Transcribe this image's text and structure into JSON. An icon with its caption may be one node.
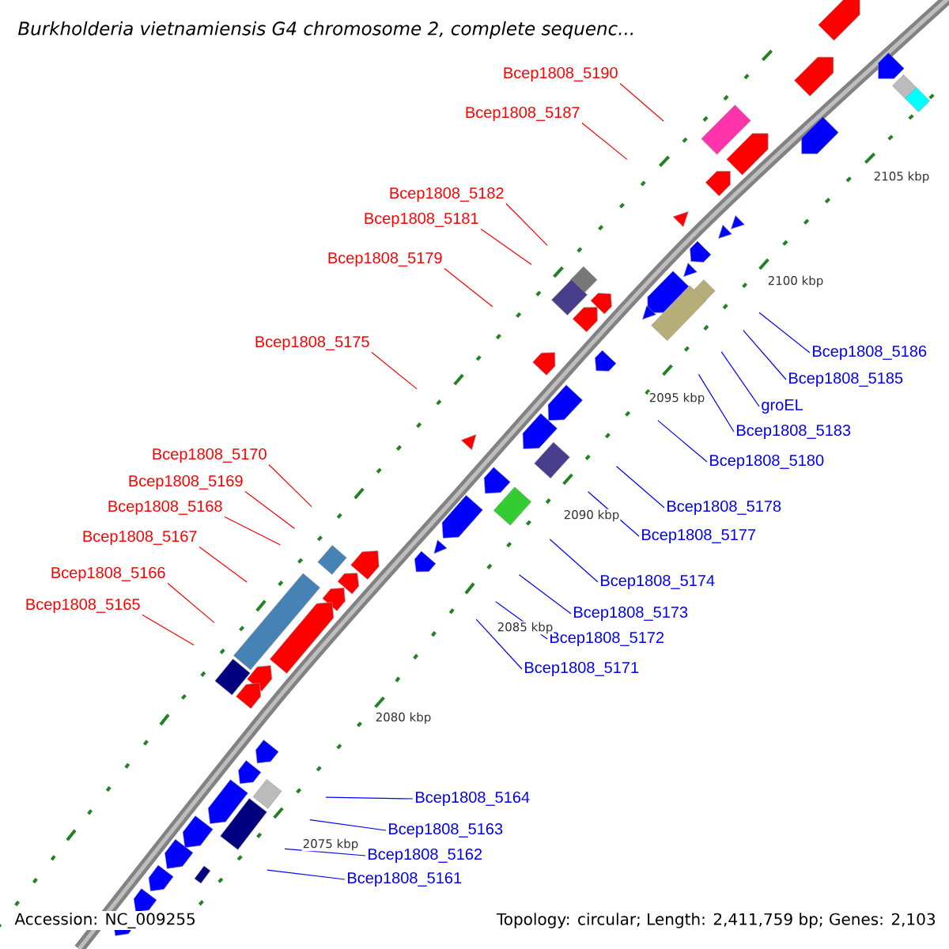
{
  "diagram": {
    "title": "Burkholderia vietnamiensis G4 chromosome 2, complete sequenc...",
    "nodes": [
      {
        "text": [
          "Bcep1808_5190"
        ]
      },
      {
        "text": [
          "Bcep1808_5187"
        ]
      },
      {
        "text": [
          "Bcep1808_5182"
        ]
      },
      {
        "text": [
          "Bcep1808_5181"
        ]
      },
      {
        "text": [
          "Bcep1808_5179"
        ]
      },
      {
        "text": [
          "Bcep1808_5175"
        ]
      },
      {
        "text": [
          "Bcep1808_5186"
        ]
      },
      {
        "text": [
          "Bcep1808_5185"
        ]
      },
      {
        "text": [
          "groEL"
        ]
      },
      {
        "text": [
          "Bcep1808_5183"
        ]
      },
      {
        "text": [
          "Bcep1808_5170"
        ]
      },
      {
        "text": [
          "Bcep1808_5180"
        ]
      },
      {
        "text": [
          "Bcep1808_5169"
        ]
      },
      {
        "text": [
          "Bcep1808_5178"
        ]
      },
      {
        "text": [
          "Bcep1808_5168"
        ]
      },
      {
        "text": [
          "Bcep1808_5177"
        ]
      },
      {
        "text": [
          "Bcep1808_5167"
        ]
      },
      {
        "text": [
          "Bcep1808_5166"
        ]
      },
      {
        "text": [
          "Bcep1808_5174"
        ]
      },
      {
        "text": [
          "Bcep1808_5165"
        ]
      },
      {
        "text": [
          "Bcep1808_5173"
        ]
      },
      {
        "text": [
          "Bcep1808_5172"
        ]
      },
      {
        "text": [
          "Bcep1808_5171"
        ]
      },
      {
        "text": [
          "Bcep1808_5164"
        ]
      },
      {
        "text": [
          "Bcep1808_5163"
        ]
      },
      {
        "text": [
          "Bcep1808_5162"
        ]
      },
      {
        "text": [
          "Bcep1808_5161"
        ]
      }
    ],
    "edges": [
      {
        "from": 0,
        "to": null,
        "arrow": "none",
        "color": "#ff0000"
      },
      {
        "from": 1,
        "to": null,
        "arrow": "none",
        "color": "#ff0000"
      },
      {
        "from": 2,
        "to": null,
        "arrow": "none",
        "color": "#ff0000"
      },
      {
        "from": 3,
        "to": null,
        "arrow": "none",
        "color": "#ff0000"
      },
      {
        "from": 4,
        "to": null,
        "arrow": "none",
        "color": "#ff0000"
      },
      {
        "from": 5,
        "to": null,
        "arrow": "none",
        "color": "#ff0000"
      },
      {
        "from": 6,
        "to": null,
        "arrow": "none"
      },
      {
        "from": 7,
        "to": null,
        "arrow": "none"
      },
      {
        "from": 8,
        "to": null,
        "arrow": "none"
      },
      {
        "from": 9,
        "to": null,
        "arrow": "none"
      },
      {
        "from": 10,
        "to": null,
        "arrow": "none",
        "color": "#ff0000"
      },
      {
        "from": 11,
        "to": null,
        "arrow": "none"
      },
      {
        "from": 12,
        "to": null,
        "arrow": "none",
        "color": "#ff0000"
      },
      {
        "from": 13,
        "to": null,
        "arrow": "none"
      },
      {
        "from": 14,
        "to": null,
        "arrow": "none",
        "color": "#ff0000"
      },
      {
        "from": 15,
        "to": null,
        "arrow": "none"
      },
      {
        "from": 16,
        "to": null,
        "arrow": "none",
        "color": "#ff0000"
      },
      {
        "from": 17,
        "to": null,
        "arrow": "none",
        "color": "#ff0000"
      },
      {
        "from": 18,
        "to": null,
        "arrow": "none"
      },
      {
        "from": 19,
        "to": null,
        "arrow": "none",
        "color": "#ff0000"
      },
      {
        "from": 20,
        "to": null,
        "arrow": "none"
      },
      {
        "from": 21,
        "to": null,
        "arrow": "none"
      },
      {
        "from": 22,
        "to": null,
        "arrow": "none"
      },
      {
        "from": 23,
        "to": null,
        "arrow": "none"
      },
      {
        "from": 24,
        "to": null,
        "arrow": "none"
      },
      {
        "from": 25,
        "to": null,
        "arrow": "none"
      },
      {
        "from": 26,
        "to": null,
        "arrow": "none"
      }
    ],
    "labels": [
      "2105 kbp",
      "2100 kbp",
      "2095 kbp",
      "2090 kbp",
      "2085 kbp",
      "2080 kbp",
      "2075 kbp",
      "Accession: NC_009255",
      "Topology: circular; Length: 2,411,759 bp; Genes: 2,103"
    ]
  }
}
